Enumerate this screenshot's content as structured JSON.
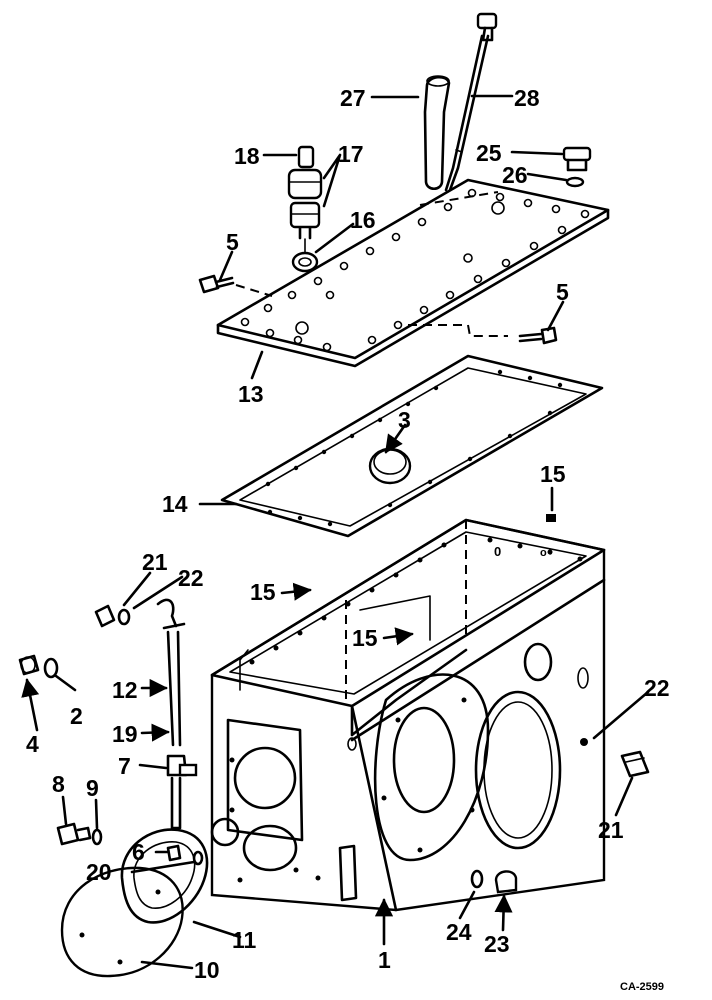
{
  "diagram": {
    "drawing_code": "CA-2599",
    "callouts": [
      "1",
      "2",
      "3",
      "4",
      "5",
      "5",
      "6",
      "7",
      "8",
      "9",
      "10",
      "11",
      "12",
      "13",
      "14",
      "15",
      "15",
      "15",
      "16",
      "17",
      "18",
      "19",
      "20",
      "21",
      "21",
      "22",
      "22",
      "23",
      "24",
      "25",
      "26",
      "27",
      "28"
    ]
  }
}
